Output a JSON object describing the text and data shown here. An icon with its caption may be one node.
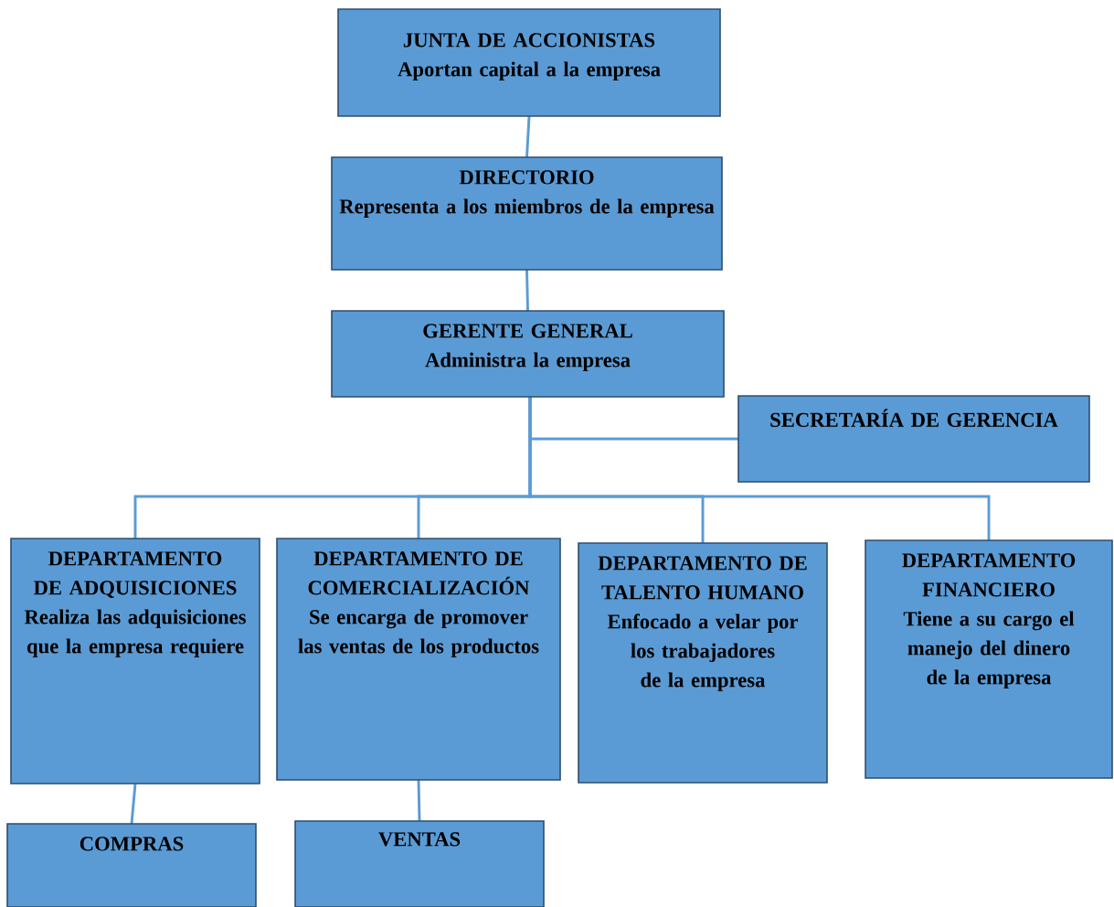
{
  "diagram": {
    "nodes": [
      {
        "text": [
          "JUNTA DE ACCIONISTAS",
          "Aportan capital a la empresa"
        ]
      },
      {
        "text": [
          "DIRECTORIO",
          "Representa a los miembros de la empresa"
        ]
      },
      {
        "text": [
          "GERENTE GENERAL",
          "Administra la empresa"
        ]
      },
      {
        "text": [
          "SECRETARÍA DE GERENCIA"
        ]
      },
      {
        "text": [
          "DEPARTAMENTO DE ADQUISICIONES",
          "Realiza las adquisiciones que la empresa requiere"
        ]
      },
      {
        "text": [
          "DEPARTAMENTO DE COMERCIALIZACIÓN",
          "Se encarga de promover las ventas de los productos"
        ]
      },
      {
        "text": [
          "DEPARTAMENTO DE TALENTO HUMANO",
          "Enfocado a velar por los trabajadores de la empresa"
        ]
      },
      {
        "text": [
          "DEPARTAMENTO FINANCIERO",
          "Tiene a su cargo el manejo del dinero de la empresa"
        ]
      },
      {
        "text": [
          "COMPRAS"
        ]
      },
      {
        "text": [
          "VENTAS"
        ]
      }
    ],
    "edges": [
      {
        "from": 0,
        "to": 1,
        "arrow": "none"
      },
      {
        "from": 1,
        "to": 2,
        "arrow": "none"
      },
      {
        "from": 2,
        "to": 3,
        "arrow": "none"
      },
      {
        "from": 2,
        "to": 4,
        "arrow": "none"
      },
      {
        "from": 2,
        "to": 5,
        "arrow": "none"
      },
      {
        "from": 2,
        "to": 6,
        "arrow": "none"
      },
      {
        "from": 2,
        "to": 7,
        "arrow": "none"
      },
      {
        "from": 4,
        "to": 8,
        "arrow": "none"
      },
      {
        "from": 5,
        "to": 9,
        "arrow": "none"
      }
    ]
  }
}
